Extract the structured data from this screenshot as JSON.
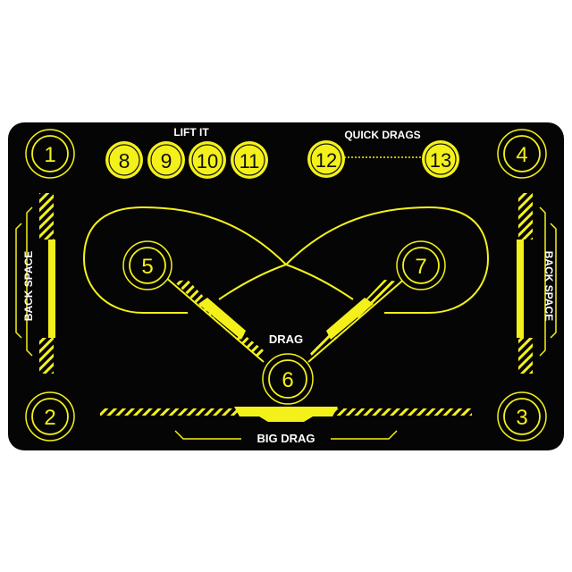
{
  "colors": {
    "mat": "#050505",
    "accent": "#f4f11a",
    "ink": "#111111",
    "white": "#ffffff"
  },
  "labels": {
    "lift_it": "LIFT IT",
    "quick_drags": "QUICK DRAGS",
    "drag": "DRAG",
    "big_drag": "BIG DRAG",
    "back_space_left": "BACK SPACE",
    "back_space_right": "BACK SPACE"
  },
  "corner_targets": {
    "t1": "1",
    "t2": "2",
    "t3": "3",
    "t4": "4"
  },
  "lift_targets": {
    "t8": "8",
    "t9": "9",
    "t10": "10",
    "t11": "11"
  },
  "quick_targets": {
    "t12": "12",
    "t13": "13"
  },
  "infinity_targets": {
    "t5": "5",
    "t6": "6",
    "t7": "7"
  }
}
